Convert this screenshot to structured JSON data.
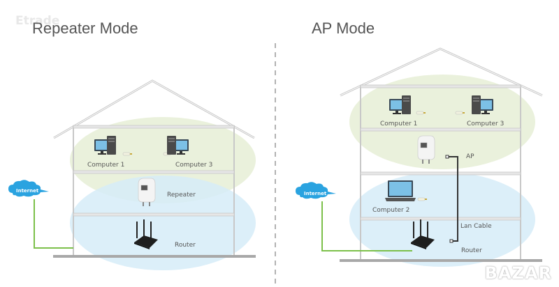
{
  "watermark_top": "Etrade",
  "watermark_bottom": "BAZAR",
  "colors": {
    "coverage_green": "#e8f0d8",
    "coverage_blue": "#d6ecf8",
    "internet_cloud": "#2aa3e0",
    "internet_line": "#7cc04a",
    "lan_cable": "#333333",
    "house_line": "#c8c8c8",
    "floor": "#a8a8a8"
  },
  "panels": [
    {
      "title": "Repeater Mode",
      "internet_label": "Internet",
      "labels": {
        "computer1": "Computer 1",
        "computer3": "Computer 3",
        "repeater": "Repeater",
        "router": "Router"
      }
    },
    {
      "title": "AP Mode",
      "internet_label": "Internet",
      "labels": {
        "computer1": "Computer 1",
        "computer3": "Computer 3",
        "ap": "AP",
        "computer2": "Computer 2",
        "lan_cable": "Lan Cable",
        "router": "Router"
      }
    }
  ]
}
